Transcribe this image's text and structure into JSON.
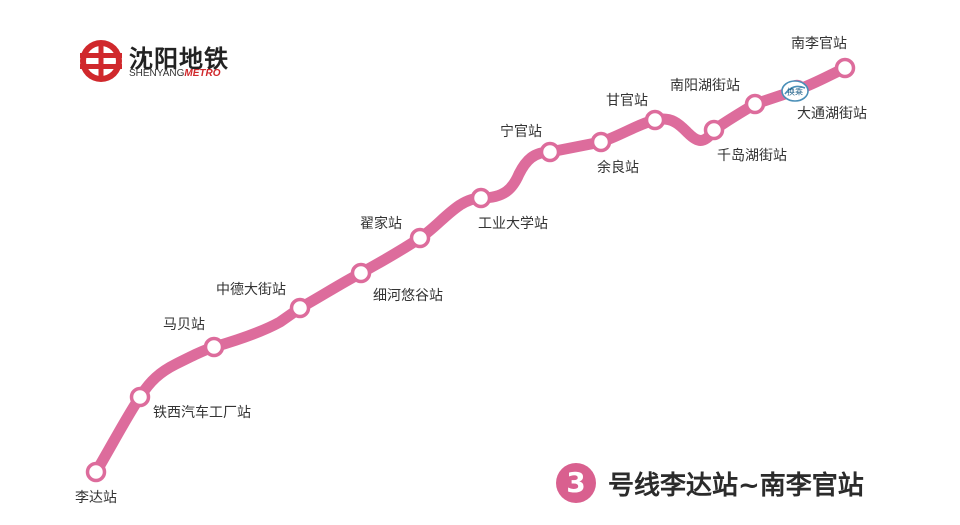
{
  "brand": {
    "name": "沈阳地铁",
    "subtitle_prefix": "SHENYANG",
    "subtitle_suffix": "METRO"
  },
  "title": {
    "line_number": "3",
    "text": "号线李达站~南李官站"
  },
  "colors": {
    "line": "#dd6c9c",
    "station_fill": "#ffffff",
    "brand_red": "#d0282c",
    "badge": "#d9608f",
    "text": "#333333"
  },
  "stations": [
    {
      "name": "李达站"
    },
    {
      "name": "铁西汽车工厂站"
    },
    {
      "name": "马贝站"
    },
    {
      "name": "中德大街站"
    },
    {
      "name": "细河悠谷站"
    },
    {
      "name": "翟家站"
    },
    {
      "name": "工业大学站"
    },
    {
      "name": "宁官站"
    },
    {
      "name": "余良站"
    },
    {
      "name": "甘官站"
    },
    {
      "name": "千岛湖街站"
    },
    {
      "name": "南阳湖街站"
    },
    {
      "name": "大通湖街站"
    },
    {
      "name": "南李官站"
    }
  ],
  "transfer": {
    "label": "换乘",
    "at": "大通湖街站",
    "icon": "transfer-icon"
  }
}
